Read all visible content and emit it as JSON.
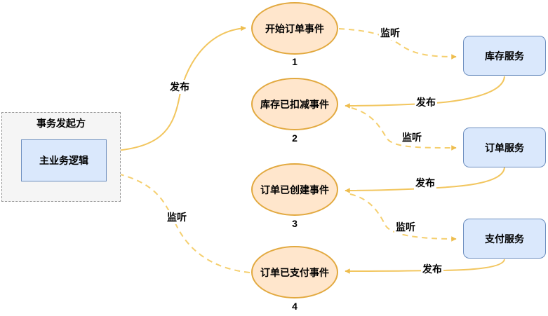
{
  "diagram_title": "choreography-saga-event-flow",
  "colors": {
    "event_fill": "#ffe6cc",
    "event_stroke": "#e2a93f",
    "service_fill": "#dae8fc",
    "service_stroke": "#6c8ebf",
    "edge_solid": "#f2c65f",
    "edge_dashed": "#f5cf6e",
    "container_fill": "#f5f5f5",
    "container_stroke": "#999999"
  },
  "initiator": {
    "title": "事务发起方",
    "logic_label": "主业务逻辑"
  },
  "events": [
    {
      "label": "开始订单事件",
      "number": "1"
    },
    {
      "label": "库存已扣减事件",
      "number": "2"
    },
    {
      "label": "订单已创建事件",
      "number": "3"
    },
    {
      "label": "订单已支付事件",
      "number": "4"
    }
  ],
  "services": [
    {
      "label": "库存服务"
    },
    {
      "label": "订单服务"
    },
    {
      "label": "支付服务"
    }
  ],
  "edges": [
    {
      "label": "发布",
      "type": "solid",
      "from": "主业务逻辑",
      "to": "开始订单事件"
    },
    {
      "label": "监听",
      "type": "dashed",
      "from": "开始订单事件",
      "to": "库存服务"
    },
    {
      "label": "发布",
      "type": "solid",
      "from": "库存服务",
      "to": "库存已扣减事件"
    },
    {
      "label": "监听",
      "type": "dashed",
      "from": "库存已扣减事件",
      "to": "订单服务"
    },
    {
      "label": "发布",
      "type": "solid",
      "from": "订单服务",
      "to": "订单已创建事件"
    },
    {
      "label": "监听",
      "type": "dashed",
      "from": "订单已创建事件",
      "to": "支付服务"
    },
    {
      "label": "发布",
      "type": "solid",
      "from": "支付服务",
      "to": "订单已支付事件"
    },
    {
      "label": "监听",
      "type": "dashed",
      "from": "订单已支付事件",
      "to": "主业务逻辑"
    }
  ]
}
